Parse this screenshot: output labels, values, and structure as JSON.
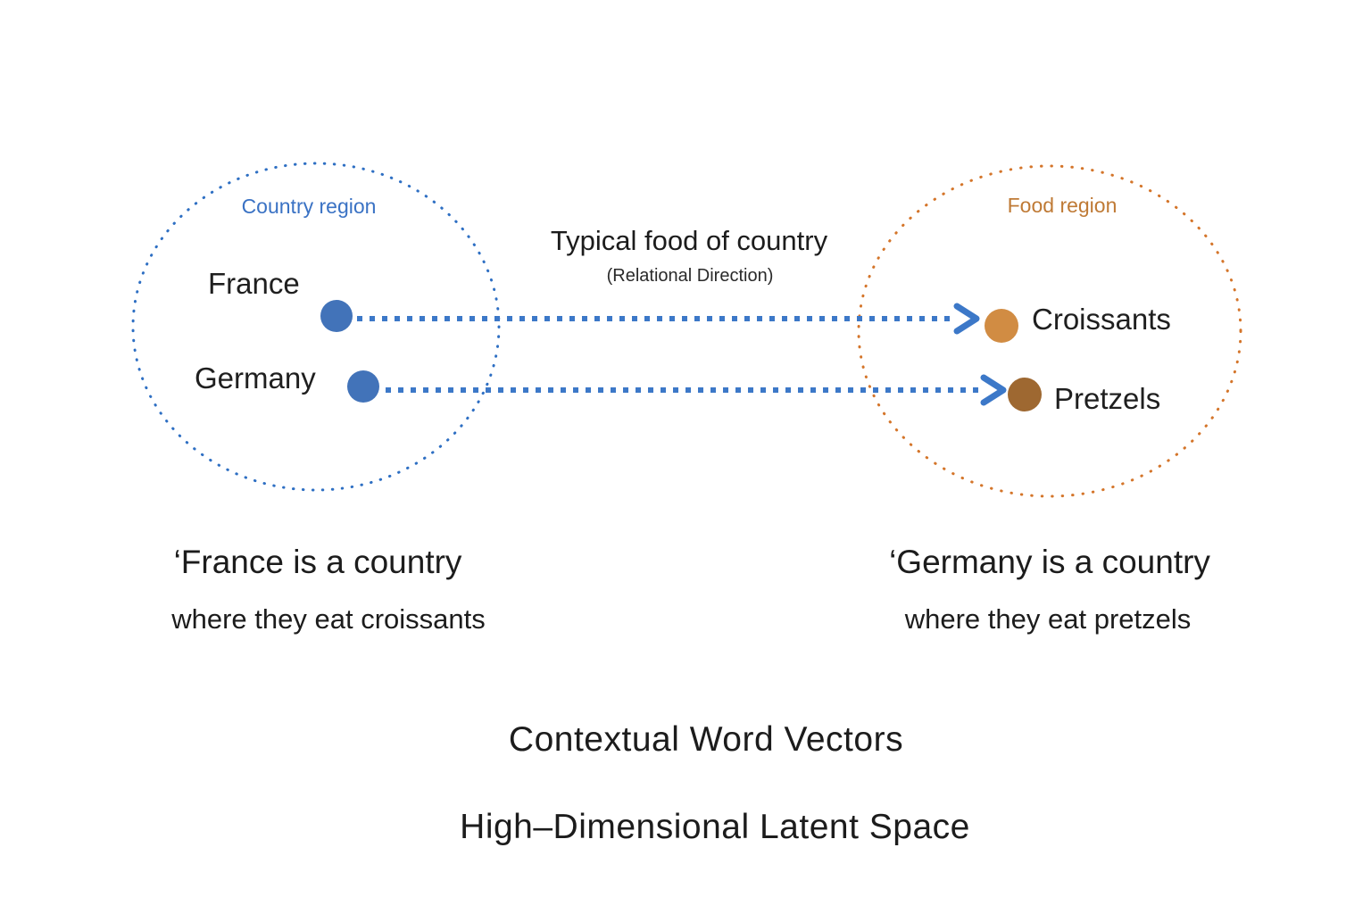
{
  "colors": {
    "country_region_text": "#3a72c4",
    "country_region_outline": "#2e6fc3",
    "food_region_text": "#bf7a35",
    "food_region_outline": "#d4752a",
    "country_dot": "#4273b9",
    "croissant_dot": "#d18c43",
    "pretzel_dot": "#9e6831",
    "arrow_blue": "#3c78c8",
    "text_dark": "#1c1c1c"
  },
  "diagram": {
    "country_region": {
      "label": "Country region",
      "items": [
        {
          "label": "France"
        },
        {
          "label": "Germany"
        }
      ]
    },
    "food_region": {
      "label": "Food region",
      "items": [
        {
          "label": "Croissants"
        },
        {
          "label": "Pretzels"
        }
      ]
    },
    "relation": {
      "title": "Typical food of country",
      "subtitle": "(Relational Direction)"
    },
    "mappings": [
      {
        "from": "France",
        "to": "Croissants"
      },
      {
        "from": "Germany",
        "to": "Pretzels"
      }
    ]
  },
  "captions": {
    "left": {
      "line1": "‘France is a country",
      "line2": "where they eat croissants"
    },
    "right": {
      "line1": "‘Germany is a country",
      "line2": "where they eat pretzels"
    }
  },
  "footer": {
    "title": "Contextual Word Vectors",
    "subtitle": "High–Dimensional Latent Space"
  }
}
